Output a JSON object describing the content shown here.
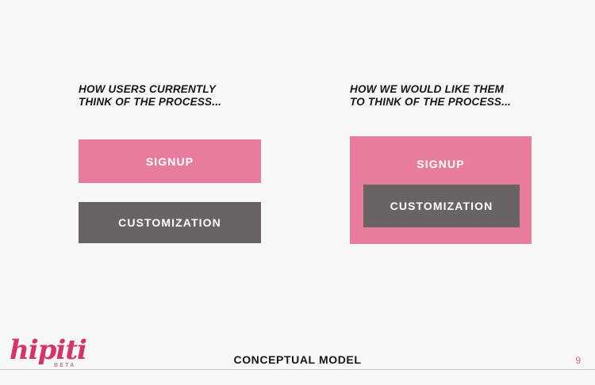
{
  "slide": {
    "background_color": "#f7f7f7",
    "columns": [
      {
        "heading": "HOW USERS CURRENTLY\nTHINK OF THE PROCESS...",
        "signup_label": "SIGNUP",
        "customization_label": "CUSTOMIZATION"
      },
      {
        "heading": "HOW WE WOULD LIKE THEM\nTO THINK OF THE PROCESS...",
        "signup_label": "SIGNUP",
        "customization_label": "CUSTOMIZATION"
      }
    ],
    "colors": {
      "pink": "#e87c9b",
      "gray": "#696364",
      "accent": "#d6336c",
      "page_number": "#d46b8b",
      "text": "#161616"
    }
  },
  "footer": {
    "title": "CONCEPTUAL MODEL",
    "page_number": "9"
  },
  "logo": {
    "wordmark": "hipiti",
    "tagline": "BETA"
  }
}
